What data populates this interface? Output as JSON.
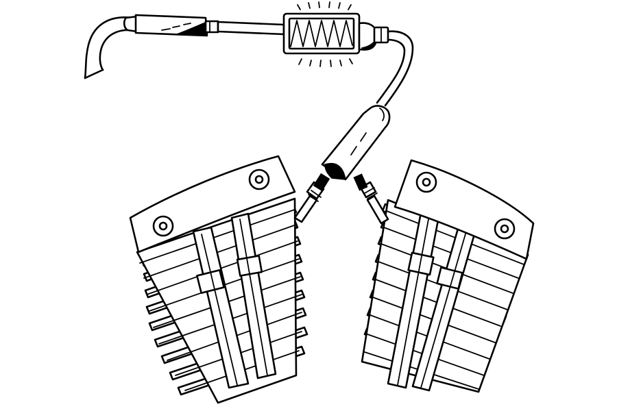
{
  "colors": {
    "ink": "#000000",
    "paper": "#ffffff"
  },
  "illustration": {
    "subject": "inline-spark-tester-on-v-twin-engine",
    "parts": [
      "spark-plug-lead",
      "boot-connector",
      "spark-tester-bulb",
      "glow-rays",
      "tester-probe",
      "spark-plug-front",
      "spark-plug-rear",
      "cylinder-head-left",
      "cylinder-head-right",
      "cooling-fins",
      "pushrod-tubes"
    ]
  }
}
